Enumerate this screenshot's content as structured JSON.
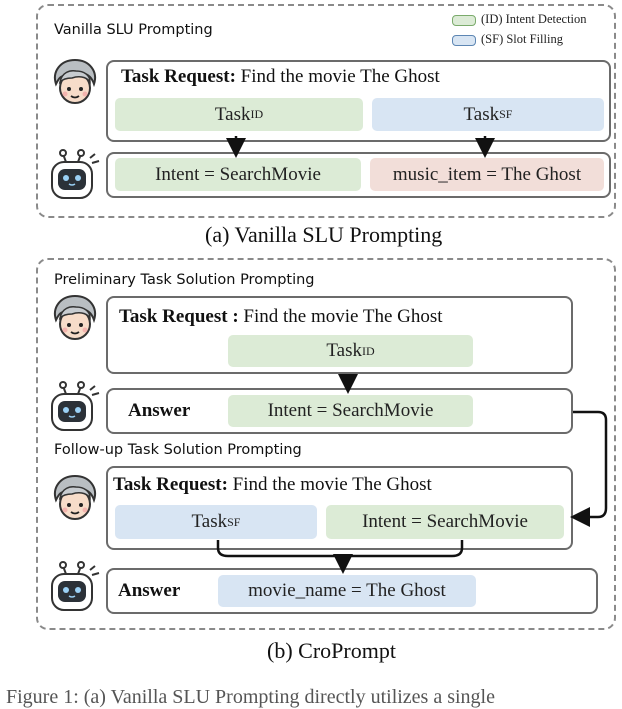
{
  "vanilla": {
    "title": "Vanilla SLU Prompting",
    "legend": [
      {
        "label": "(ID) Intent Detection",
        "color": "#dcebd6",
        "border": "#7bab6c"
      },
      {
        "label": "(SF) Slot Filling",
        "color": "#d8e5f3",
        "border": "#5d86b3"
      }
    ],
    "request_label": "Task Request:",
    "request_text": "Find the movie The Ghost",
    "task_id": {
      "base": "Task",
      "sub": "ID"
    },
    "task_sf": {
      "base": "Task",
      "sub": "SF"
    },
    "intent_result": "Intent = SearchMovie",
    "slot_result": "music_item = The Ghost",
    "caption": "(a) Vanilla SLU Prompting"
  },
  "croprompt": {
    "stage1_title": "Preliminary Task Solution Prompting",
    "stage1_request_label": "Task Request :",
    "stage1_request_text": "Find the movie The Ghost",
    "stage1_task": {
      "base": "Task",
      "sub": "ID"
    },
    "stage1_answer_label": "Answer",
    "stage1_answer": "Intent = SearchMovie",
    "stage2_title": "Follow-up Task Solution Prompting",
    "stage2_request_label": "Task Request:",
    "stage2_request_text": "Find the movie The Ghost",
    "stage2_task": {
      "base": "Task",
      "sub": "SF"
    },
    "stage2_context": "Intent = SearchMovie",
    "stage2_answer_label": "Answer",
    "stage2_answer": "movie_name = The Ghost",
    "caption": "(b) CroPrompt"
  },
  "footer_fragment": "Figure 1: (a) Vanilla SLU Prompting directly utilizes a single"
}
